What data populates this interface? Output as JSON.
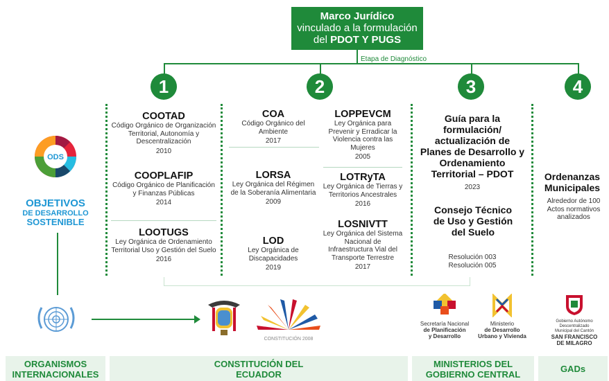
{
  "header": {
    "title_line1": "Marco Jurídico",
    "title_line2": "vinculado a la formulación",
    "title_line3_prefix": "del ",
    "title_line3_bold": "PDOT Y PUGS",
    "etapa": "Etapa de Diagnóstico"
  },
  "steps": [
    "1",
    "2",
    "3",
    "4"
  ],
  "col1": {
    "items": [
      {
        "title": "COOTAD",
        "desc": "Código Orgánico de Organización Territorial, Autonomía y Descentralización",
        "year": "2010"
      },
      {
        "title": "COOPLAFIP",
        "desc": "Código Orgánico de Planificación y Finanzas Públicas",
        "year": "2014"
      },
      {
        "title": "LOOTUGS",
        "desc": "Ley Orgánica de Ordenamiento Territorial Uso y Gestión del Suelo",
        "year": "2016"
      }
    ]
  },
  "col2a": {
    "items": [
      {
        "title": "COA",
        "desc": "Código Orgánico del Ambiente",
        "year": "2017"
      },
      {
        "title": "LORSA",
        "desc": "Ley Orgánica del Régimen de la Soberanía Alimentaria",
        "year": "2009"
      },
      {
        "title": "LOD",
        "desc": "Ley Orgánica de Discapacidades",
        "year": "2019"
      }
    ]
  },
  "col2b": {
    "items": [
      {
        "title": "LOPPEVCM",
        "desc": "Ley Orgánica para Prevenir y Erradicar la Violencia contra las Mujeres",
        "year": "2005"
      },
      {
        "title": "LOTRyTA",
        "desc": "Ley Orgánica de Tierras y Territorios Ancestrales",
        "year": "2016"
      },
      {
        "title": "LOSNIVTT",
        "desc": "Ley Orgánica del Sistema Nacional de Infraestructura Vial del Transporte Terrestre",
        "year": "2017"
      }
    ]
  },
  "col3": {
    "guia_title": "Guía para la formulación/ actualización de Planes de Desarrollo y Ordenamiento Territorial – PDOT",
    "guia_year": "2023",
    "consejo_title": "Consejo Técnico de Uso y Gestión del Suelo",
    "res1": "Resolución 003",
    "res2": "Resolución 005"
  },
  "col4": {
    "title": "Ordenanzas Municipales",
    "desc": "Alrededor de 100 Actos normativos analizados"
  },
  "ods": {
    "badge": "ODS",
    "line1": "OBJETIVOS",
    "line2": "DE DESARROLLO",
    "line3": "SOSTENIBLE"
  },
  "logos": {
    "constitucion": "CONSTITUCIÓN 2008",
    "senplades_1": "Secretaría Nacional",
    "senplades_2": "de Planificación",
    "senplades_3": "y Desarrollo",
    "miduvi_1": "Ministerio",
    "miduvi_2": "de Desarrollo",
    "miduvi_3": "Urbano y Vivienda",
    "gad_1": "Gobierno Autónomo Descentralizado",
    "gad_2": "Municipal del Cantón",
    "gad_3": "SAN FRANCISCO",
    "gad_4": "DE MILAGRO"
  },
  "footer": {
    "f1": "ORGANISMOS INTERNACIONALES",
    "f2": "CONSTITUCIÓN DEL ECUADOR",
    "f3": "MINISTERIOS DEL GOBIERNO CENTRAL",
    "f4": "GADs"
  },
  "colors": {
    "green": "#1f8a3a",
    "light": "#e8f3ea"
  }
}
